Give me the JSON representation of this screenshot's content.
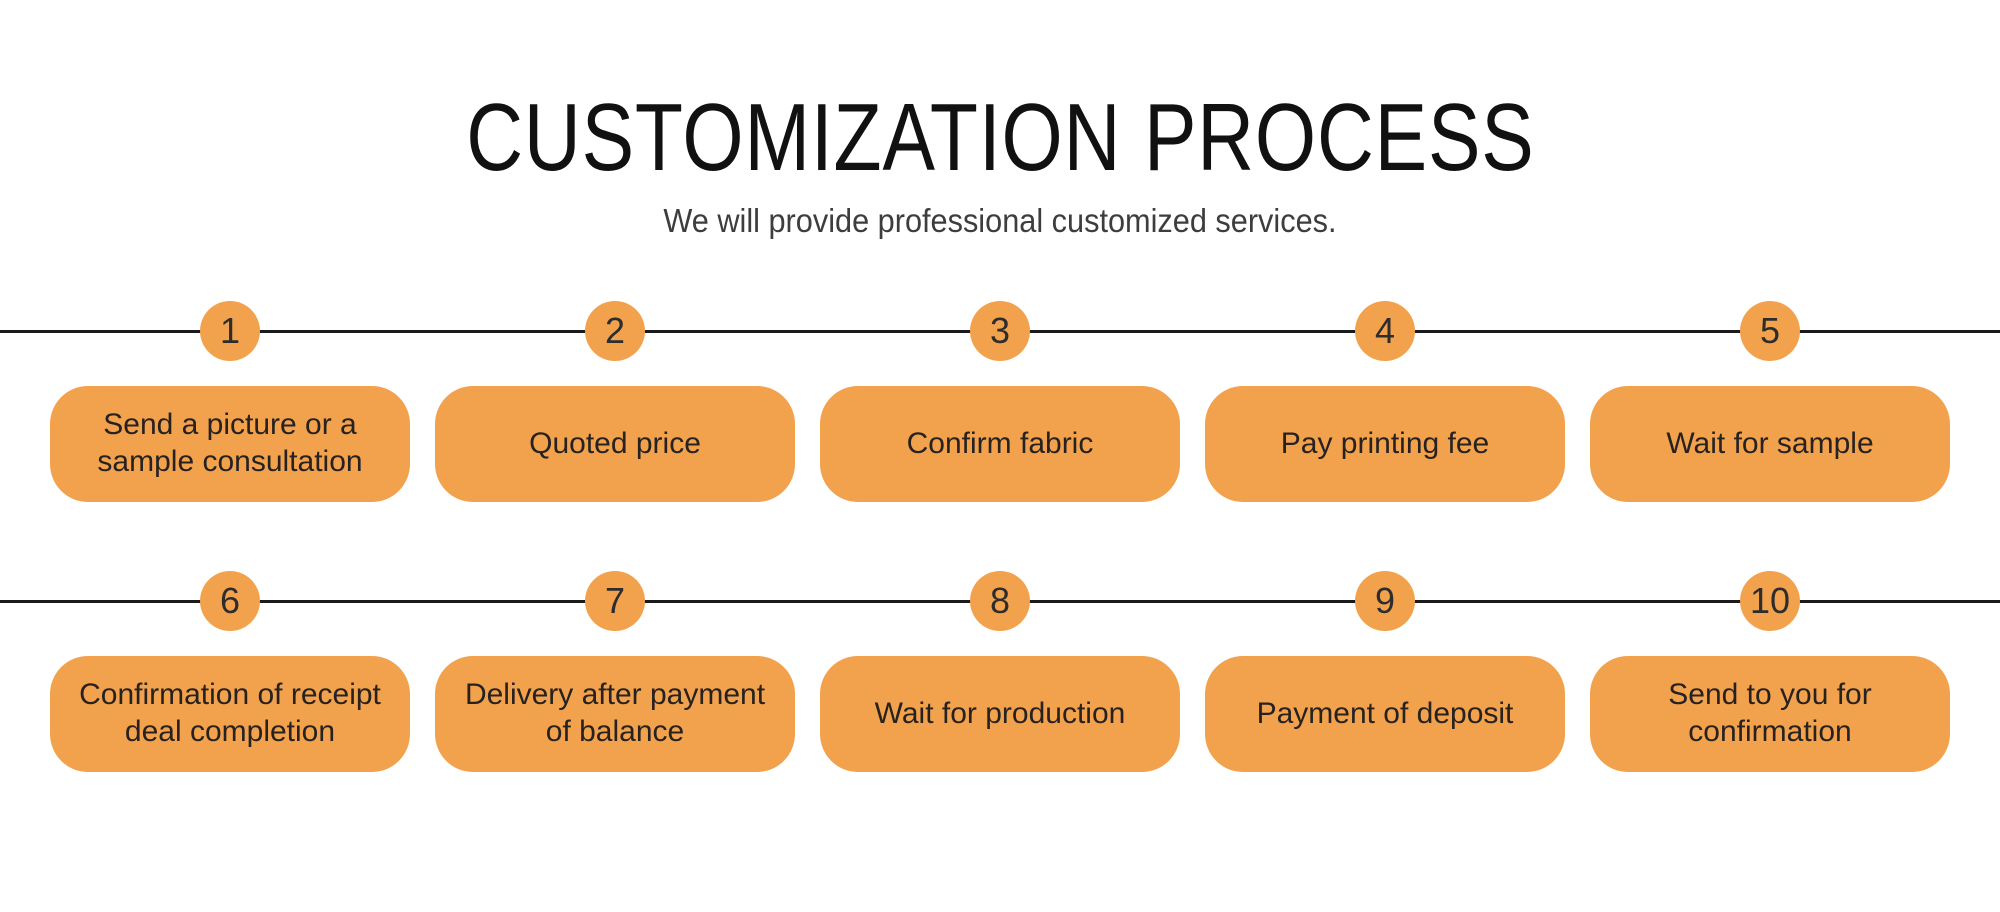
{
  "header": {
    "title": "CUSTOMIZATION PROCESS",
    "subtitle": "We will provide professional customized services."
  },
  "colors": {
    "accent_orange": "#F2A24D",
    "timeline_line": "#1b1b1b",
    "title_text": "#111111",
    "subtitle_text": "#3d3d3d",
    "step_text": "#272220"
  },
  "process": {
    "rows": [
      {
        "steps": [
          {
            "number": "1",
            "label": "Send a picture or a sample consultation"
          },
          {
            "number": "2",
            "label": "Quoted price"
          },
          {
            "number": "3",
            "label": "Confirm fabric"
          },
          {
            "number": "4",
            "label": "Pay printing fee"
          },
          {
            "number": "5",
            "label": "Wait for sample"
          }
        ]
      },
      {
        "steps": [
          {
            "number": "6",
            "label": "Confirmation of receipt deal completion"
          },
          {
            "number": "7",
            "label": "Delivery after payment of balance"
          },
          {
            "number": "8",
            "label": "Wait for production"
          },
          {
            "number": "9",
            "label": "Payment of deposit"
          },
          {
            "number": "10",
            "label": "Send to you for confirmation"
          }
        ]
      }
    ]
  }
}
